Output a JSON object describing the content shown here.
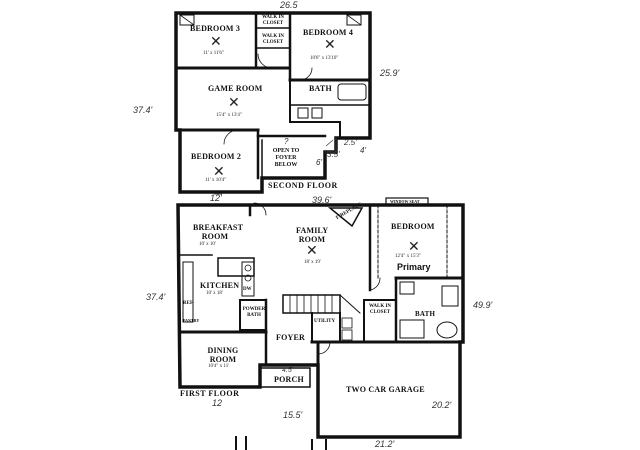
{
  "second_floor": {
    "label": "SECOND FLOOR",
    "rooms": {
      "bedroom3": {
        "name": "BEDROOM 3",
        "dims": "11' x 11'6\""
      },
      "walkin1": {
        "name": "WALK IN CLOSET"
      },
      "walkin2": {
        "name": "WALK IN CLOSET"
      },
      "bedroom4": {
        "name": "BEDROOM 4",
        "dims": "10'6\" x 13'10\""
      },
      "game_room": {
        "name": "GAME ROOM",
        "dims": "15'4\" x 13'4\""
      },
      "bath": {
        "name": "BATH"
      },
      "bedroom2": {
        "name": "BEDROOM 2",
        "dims": "11' x 10'4\""
      },
      "open_foyer": {
        "name": "OPEN TO FOYER BELOW"
      }
    },
    "handwritten": {
      "top": "26.5",
      "left": "37.4'",
      "right": "25.9'",
      "bottom": "12'",
      "step1": "3.5'",
      "step2": "4'",
      "step3": "6'",
      "step4": "2.5'",
      "question": "?"
    }
  },
  "first_floor": {
    "label": "FIRST FLOOR",
    "rooms": {
      "breakfast": {
        "name": "BREAKFAST ROOM",
        "dims": "10' x 10'"
      },
      "family": {
        "name": "FAMILY ROOM",
        "dims": "18' x 19'"
      },
      "fireplace": {
        "name": "FIREPLACE"
      },
      "window_seat": {
        "name": "WINDOW SEAT"
      },
      "bedroom": {
        "name": "BEDROOM",
        "dims": "12'4\" x 15'3\""
      },
      "primary": {
        "name": "Primary"
      },
      "kitchen": {
        "name": "KITCHEN",
        "dims": "10' x 18'"
      },
      "ref": {
        "name": "REF"
      },
      "pantry": {
        "name": "PANTRY"
      },
      "dw": {
        "name": "DW"
      },
      "powder": {
        "name": "POWDER BATH"
      },
      "walkin": {
        "name": "WALK IN CLOSET"
      },
      "utility": {
        "name": "UTILITY"
      },
      "bath": {
        "name": "BATH"
      },
      "foyer": {
        "name": "FOYER"
      },
      "dining": {
        "name": "DINING ROOM",
        "dims": "10'4\" x 11'"
      },
      "porch": {
        "name": "PORCH"
      },
      "garage": {
        "name": "TWO CAR GARAGE"
      }
    },
    "handwritten": {
      "top": "39.6'",
      "left": "37.4'",
      "right": "49.9'",
      "bottom_left": "12",
      "porch_dim": "4.5'",
      "bottom_mid": "15.5'",
      "garage_right": "20.2'",
      "garage_bottom": "21.2'"
    }
  },
  "icons": {
    "fan": "ceiling-fan-icon"
  }
}
